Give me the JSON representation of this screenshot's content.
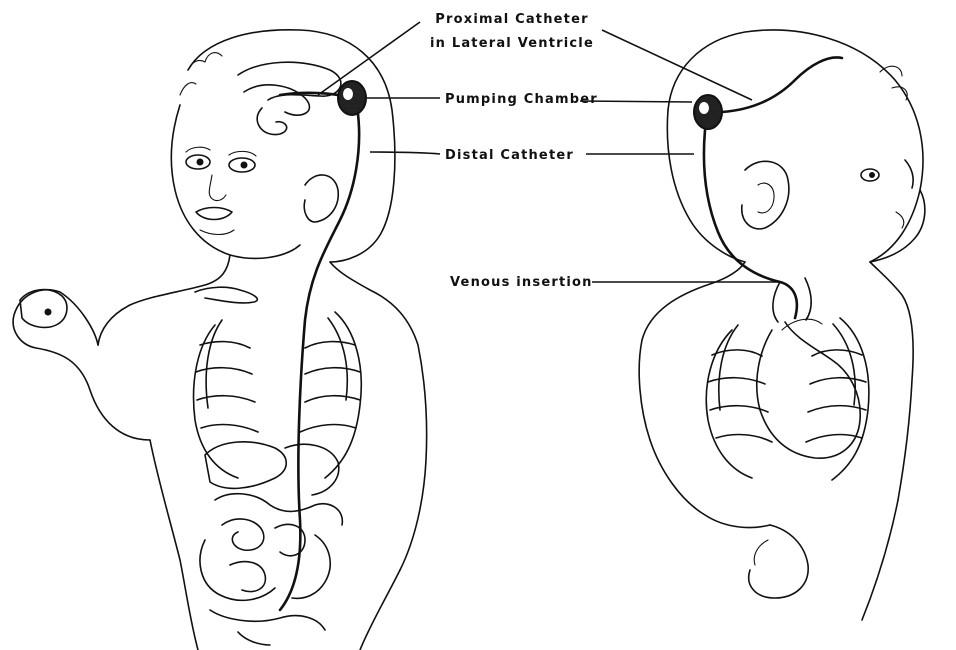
{
  "labels": {
    "proximal_catheter_line1": "Proximal Catheter",
    "proximal_catheter_line2": "in Lateral Ventricle",
    "pumping_chamber": "Pumping Chamber",
    "distal_catheter": "Distal Catheter",
    "venous_insertion": "Venous insertion"
  },
  "colors": {
    "ink": "#111111",
    "background": "#ffffff"
  }
}
